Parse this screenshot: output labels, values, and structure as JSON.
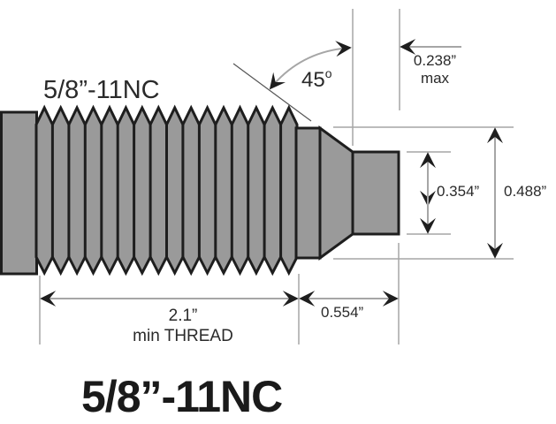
{
  "diagram": {
    "title": "5/8”-11NC",
    "thread_spec_label": "5/8”-11NC",
    "chamfer_angle": {
      "value": "45",
      "unit_symbol": "o"
    },
    "dimensions": {
      "chamfer_length": {
        "value": "0.238”",
        "note": "max"
      },
      "tip_diameter": {
        "value": "0.354”"
      },
      "shank_diameter": {
        "value": "0.488”"
      },
      "thread_length": {
        "value": "2.1”",
        "note": "min THREAD"
      },
      "tip_length": {
        "value": "0.554”"
      }
    },
    "colors": {
      "part_fill": "#9a9a9a",
      "part_outline": "#1e1e1e",
      "dimension_line": "#a6a6a6",
      "text": "#2a2a2a"
    },
    "thread_count_drawn": 16
  }
}
